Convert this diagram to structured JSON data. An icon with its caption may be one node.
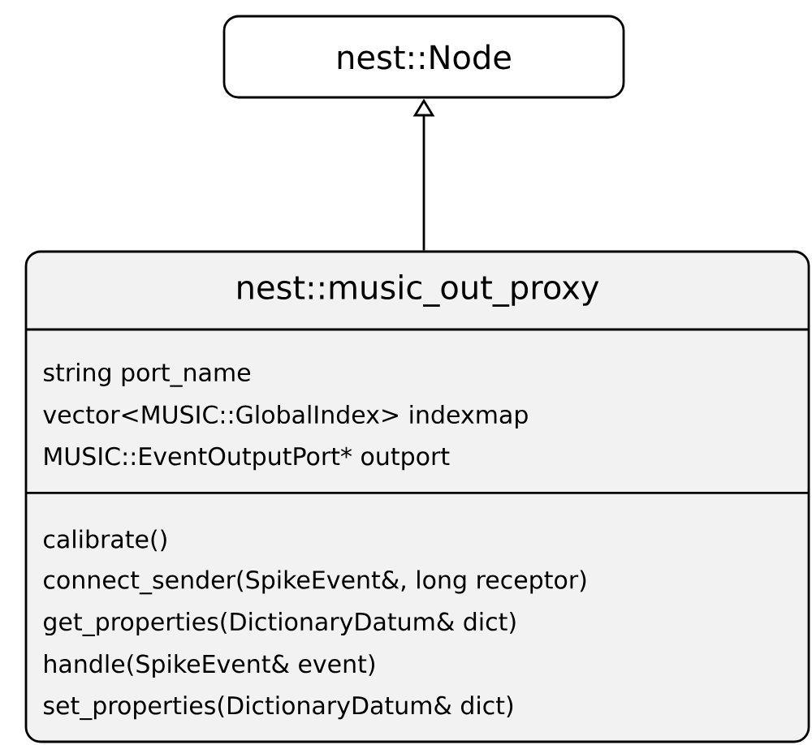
{
  "diagram": {
    "nodes": [
      {
        "text": [
          "nest::Node"
        ]
      },
      {
        "text": [
          "nest::music_out_proxy",
          "string port_name",
          "vector<MUSIC::GlobalIndex> indexmap",
          "MUSIC::EventOutputPort* outport",
          "calibrate()",
          "connect_sender(SpikeEvent&, long receptor)",
          "get_properties(DictionaryDatum& dict)",
          "handle(SpikeEvent& event)",
          "set_properties(DictionaryDatum& dict)"
        ]
      }
    ],
    "edges": [
      {
        "from": 1,
        "to": 0,
        "arrow": "to"
      }
    ]
  }
}
